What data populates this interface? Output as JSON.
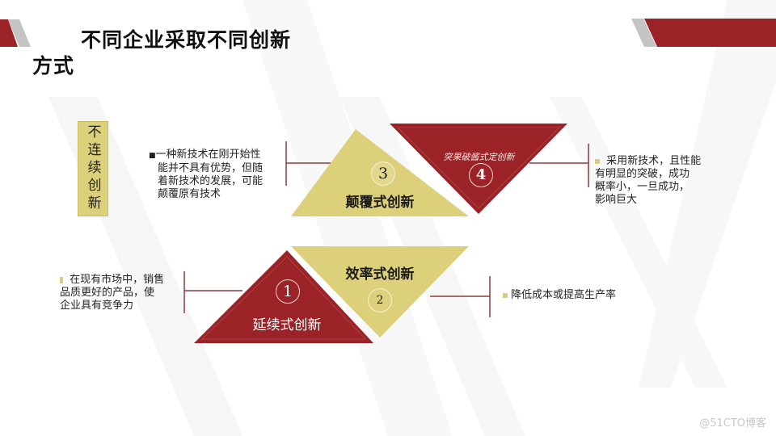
{
  "slide": {
    "title_line1": "不同企业采取不同创新",
    "title_line2": "方式",
    "vertical_label": "不连续创新",
    "colors": {
      "red": "#9b2226",
      "gold": "#dcd07a",
      "gray": "#c4c4c4",
      "connector": "#8b3a3e"
    }
  },
  "triangles": [
    {
      "number": "1",
      "label": "延续式创新",
      "color": "red",
      "direction": "up"
    },
    {
      "number": "2",
      "label": "效率式创新",
      "color": "gold",
      "direction": "down"
    },
    {
      "number": "3",
      "label": "颠覆式创新",
      "color": "gold",
      "direction": "up"
    },
    {
      "number": "4",
      "label": "突果破酱式定创新",
      "color": "red",
      "direction": "down"
    }
  ],
  "descriptions": {
    "disruptive": {
      "bullet": "■",
      "lines": [
        "一种新技术在刚开始性",
        "能并不具有优势，但随",
        "着新技术的发展，可能",
        "颠覆原有技术"
      ]
    },
    "breakthrough": {
      "lines": [
        " 采用新技术，且性能",
        "有明显的突破，成功",
        "概率小，一旦成功，",
        "影响巨大"
      ]
    },
    "sustaining": {
      "lines": [
        " 在现有市场中，销售",
        "品质更好的产品，使",
        "企业具有竞争力"
      ]
    },
    "efficiency": {
      "lines": [
        "降低成本或提高生产率"
      ]
    }
  },
  "watermark": "@51CTO博客"
}
